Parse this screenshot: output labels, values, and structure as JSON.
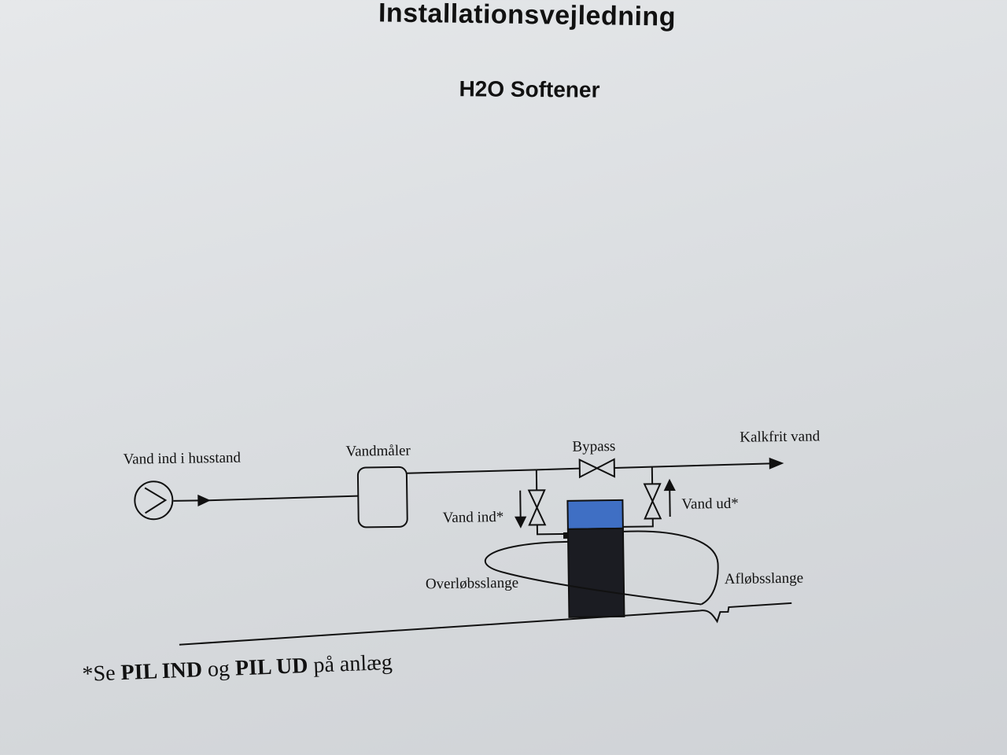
{
  "document": {
    "title": "Installationsvejledning",
    "subtitle": "H2O Softener"
  },
  "diagram": {
    "labels": {
      "water_in_house": "Vand ind i husstand",
      "water_meter": "Vandmåler",
      "bypass": "Bypass",
      "soft_water": "Kalkfrit vand",
      "water_in": "Vand ind*",
      "water_out": "Vand ud*",
      "overflow_hose": "Overløbsslange",
      "drain_hose": "Afløbsslange"
    },
    "colors": {
      "softener_top": "#3f6fc4",
      "softener_body": "#1b1c22",
      "line": "#111111"
    }
  },
  "footnote": {
    "prefix": "*Se ",
    "pil_ind": "PIL IND",
    "and": " og ",
    "pil_ud": "PIL UD",
    "suffix": " på anlæg"
  }
}
